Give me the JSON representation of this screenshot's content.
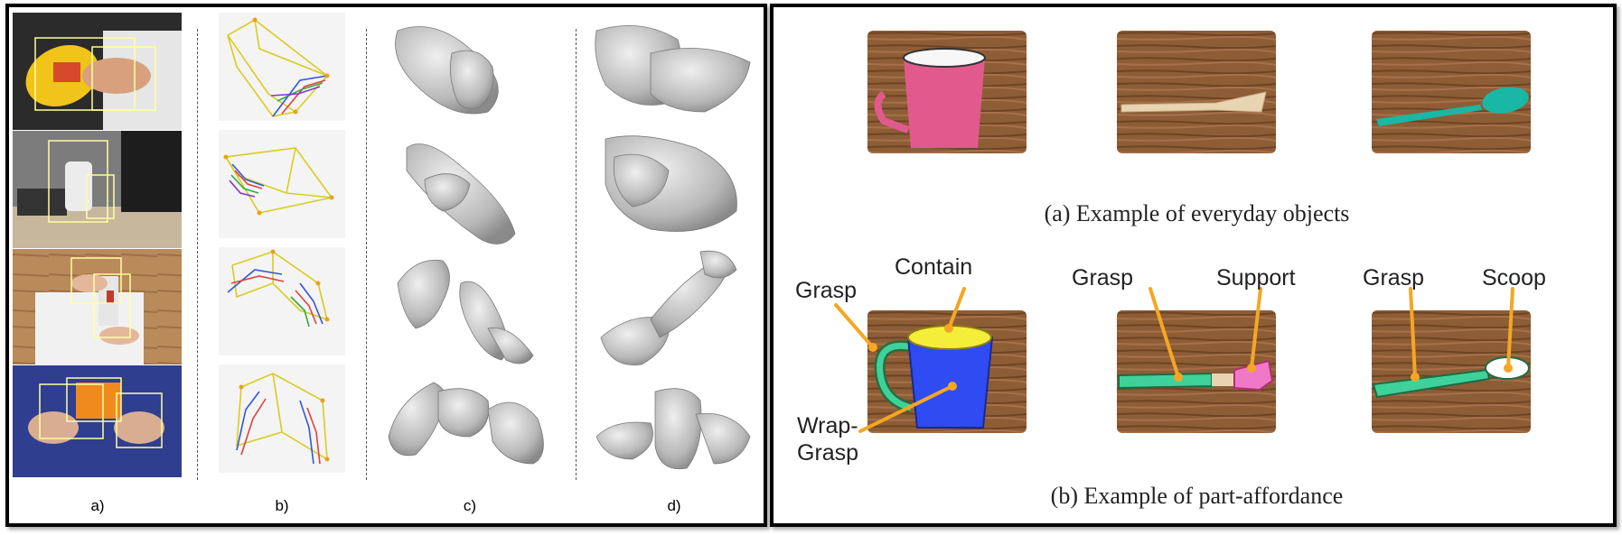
{
  "left_figure": {
    "column_labels": [
      "a)",
      "b)",
      "c)",
      "d)"
    ]
  },
  "right_figure": {
    "caption_top": "(a) Example of everyday objects",
    "caption_bottom": "(b) Example of part-affordance",
    "labels": {
      "cup_grasp": "Grasp",
      "cup_contain": "Contain",
      "cup_wrap_line1": "Wrap-",
      "cup_wrap_line2": "Grasp",
      "spatula_grasp": "Grasp",
      "spatula_support": "Support",
      "spoon_grasp": "Grasp",
      "spoon_scoop": "Scoop"
    }
  },
  "colors": {
    "grasp": "#3fd19a",
    "contain": "#f4ee3a",
    "wrap_grasp": "#2f4bf2",
    "support": "#f078c8",
    "scoop": "#ffffff",
    "leader": "#f5a623",
    "wood": "#8a5a32"
  }
}
